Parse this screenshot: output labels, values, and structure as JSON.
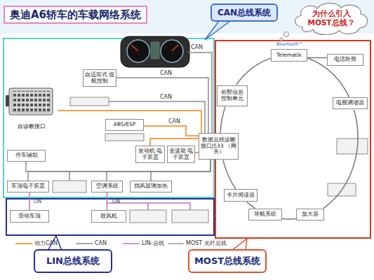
{
  "diagram": {
    "title": "奥迪A6轿车的车载网络系统",
    "nodes": [
      {
        "text": [
          "CAN总线系统"
        ]
      },
      {
        "text": [
          "为什么引入 MOST总线？"
        ]
      },
      {
        "text": [
          "自适应式 巡航控制"
        ]
      },
      {
        "text": [
          "Telematik"
        ]
      },
      {
        "text": [
          "电话听筒"
        ]
      },
      {
        "text": [
          "自诊断接口"
        ]
      },
      {
        "text": [
          "前部信息 控制单元"
        ]
      },
      {
        "text": [
          "电视调谐器"
        ]
      },
      {
        "text": [
          "ABS/ESP"
        ]
      },
      {
        "text": [
          "数据总线诊断接口J533 （网关）"
        ]
      },
      {
        "text": [
          "发动机 电子装置"
        ]
      },
      {
        "text": [
          "变速箱 电子装置"
        ]
      },
      {
        "text": [
          "停车辅助"
        ]
      },
      {
        "text": [
          "车顶电子装置"
        ]
      },
      {
        "text": [
          "空调系统"
        ]
      },
      {
        "text": [
          "挡风玻璃加热"
        ]
      },
      {
        "text": [
          "卡片阅读器"
        ]
      },
      {
        "text": [
          "滑动车顶"
        ]
      },
      {
        "text": [
          "鼓风机"
        ]
      },
      {
        "text": [
          "导航系统"
        ]
      },
      {
        "text": [
          "放大器"
        ]
      },
      {
        "text": [
          "LIN总线系统"
        ]
      },
      {
        "text": [
          "MOST总线系统"
        ]
      }
    ],
    "edges": [
      {
        "from": 5,
        "to": 9,
        "arrow": "none"
      },
      {
        "from": 2,
        "to": 9,
        "arrow": "none"
      },
      {
        "from": 8,
        "to": 9,
        "arrow": "none"
      },
      {
        "from": 10,
        "to": 9,
        "arrow": "none"
      },
      {
        "from": 11,
        "to": 9,
        "arrow": "none"
      },
      {
        "from": 12,
        "to": 9,
        "arrow": "none"
      },
      {
        "from": 13,
        "to": 9,
        "arrow": "none"
      },
      {
        "from": 14,
        "to": 9,
        "arrow": "none"
      },
      {
        "from": 15,
        "to": 9,
        "arrow": "none"
      },
      {
        "from": 13,
        "to": 17,
        "arrow": "none"
      },
      {
        "from": 14,
        "to": 18,
        "arrow": "none"
      },
      {
        "from": 3,
        "to": 7,
        "arrow": "none"
      },
      {
        "from": 7,
        "to": 20,
        "arrow": "none"
      },
      {
        "from": 20,
        "to": 19,
        "arrow": "none"
      },
      {
        "from": 19,
        "to": 16,
        "arrow": "none"
      },
      {
        "from": 16,
        "to": 9,
        "arrow": "none"
      },
      {
        "from": 9,
        "to": 6,
        "arrow": "none"
      },
      {
        "from": 6,
        "to": 3,
        "arrow": "none"
      },
      {
        "from": 3,
        "to": 4,
        "arrow": "none"
      }
    ],
    "labels": [
      "Bluetooth™",
      "CAN",
      "CAN",
      "CAN",
      "CAN",
      "LIN",
      "LIN"
    ],
    "legend": [
      {
        "text": "动力CAN"
      },
      {
        "text": "CAN"
      },
      {
        "text": "LIN-总线"
      },
      {
        "text": "MOST 光纤总线"
      }
    ]
  }
}
